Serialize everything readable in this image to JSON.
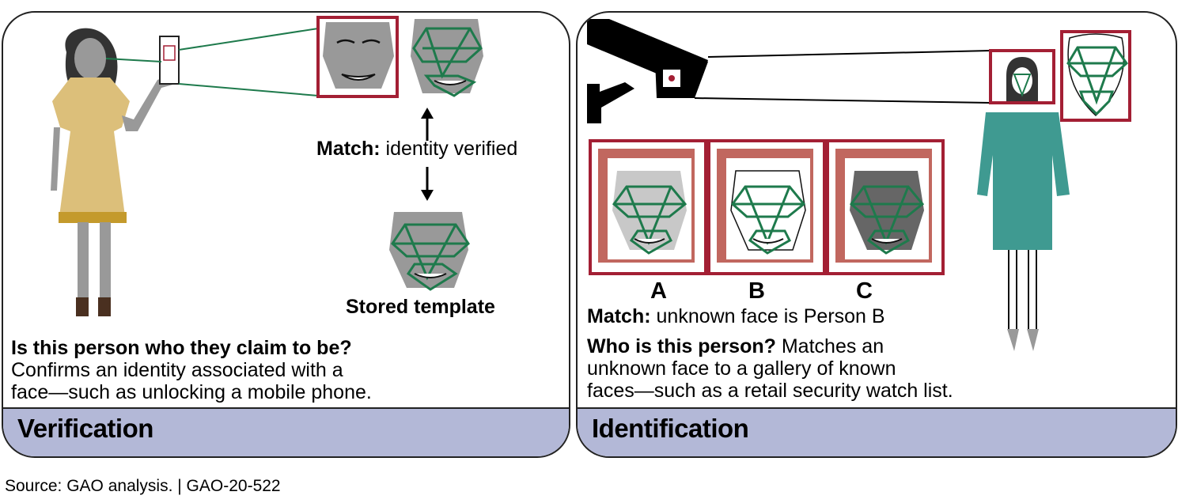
{
  "verification": {
    "match_label": "Match:",
    "match_text": "identity verified",
    "stored_template_label": "Stored template",
    "question": "Is this person who they claim to be?",
    "description_line1": "Confirms an identity associated with a",
    "description_line2": "face—such as unlocking a mobile phone.",
    "footer_title": "Verification"
  },
  "identification": {
    "gallery": [
      {
        "label": "A",
        "face_tone": "light-gray"
      },
      {
        "label": "B",
        "face_tone": "white-outline"
      },
      {
        "label": "C",
        "face_tone": "dark-gray-glasses"
      }
    ],
    "match_label": "Match:",
    "match_text": "unknown face is Person B",
    "question": "Who is this person?",
    "description_inline": "Matches an",
    "description_line2": "unknown face to a gallery of known",
    "description_line3": "faces—such as a retail security watch list.",
    "footer_title": "Identification"
  },
  "colors": {
    "frame_red": "#a31f34",
    "stack_red": "#c1675f",
    "landmark_green": "#1e7a4c",
    "footer_blue": "#b3b8d7",
    "dress_yellow": "#dcbf7a",
    "dress_teal": "#3f9a91",
    "skin_gray": "#999999"
  },
  "source": "Source: GAO analysis.  |  GAO-20-522"
}
